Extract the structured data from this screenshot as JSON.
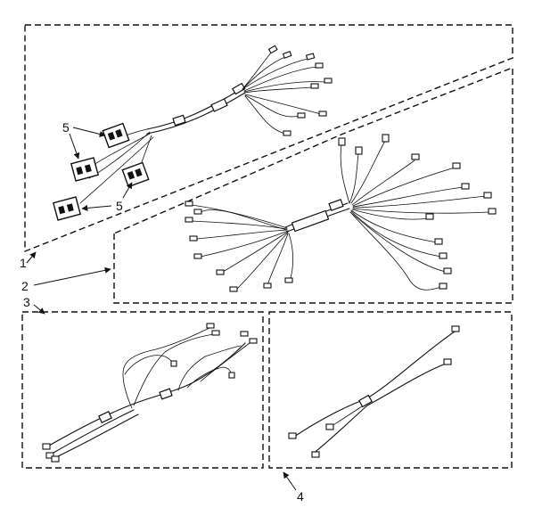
{
  "callouts": {
    "c1": "1",
    "c2": "2",
    "c3": "3",
    "c4": "4",
    "c5a": "5",
    "c5b": "5"
  },
  "colors": {
    "ink": "#111111",
    "paper": "#ffffff"
  }
}
